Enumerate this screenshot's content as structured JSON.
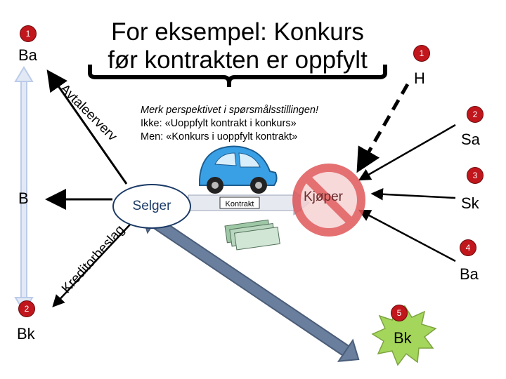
{
  "title": {
    "line1": "For eksempel: Konkurs",
    "line2": "før kontrakten er oppfylt"
  },
  "note": {
    "line1": "Merk perspektivet i spørsmålsstillingen!",
    "line2": "Ikke: «Uoppfylt kontrakt i konkurs»",
    "line3": "Men: «Konkurs i uoppfylt kontrakt»"
  },
  "nodes": {
    "ba_top": {
      "label": "Ba",
      "badge": "1"
    },
    "h": {
      "label": "H",
      "badge": "1"
    },
    "sa": {
      "label": "Sa",
      "badge": "2"
    },
    "b": {
      "label": "B"
    },
    "sk": {
      "label": "Sk",
      "badge": "3"
    },
    "ba_right": {
      "label": "Ba",
      "badge": "4"
    },
    "bk_left": {
      "label": "Bk",
      "badge": "2"
    },
    "bk_bottom": {
      "label": "Bk",
      "badge": "5"
    }
  },
  "center": {
    "selger": "Selger",
    "kjoper": "Kjøper",
    "kontrakt": "Kontrakt"
  },
  "curved_labels": {
    "avtaleerverv": "Avtaleerverv",
    "kreditorbeslag": "Kreditorbeslag"
  },
  "colors": {
    "badge": "#c0161c",
    "selger_border": "#1b3a66",
    "prohibition": "#e0585a",
    "car": "#3aa0e6",
    "double_arrow": "#6a7f9e",
    "vertical_arrow": "#b4c6e7",
    "burst": "#9bd24a"
  }
}
